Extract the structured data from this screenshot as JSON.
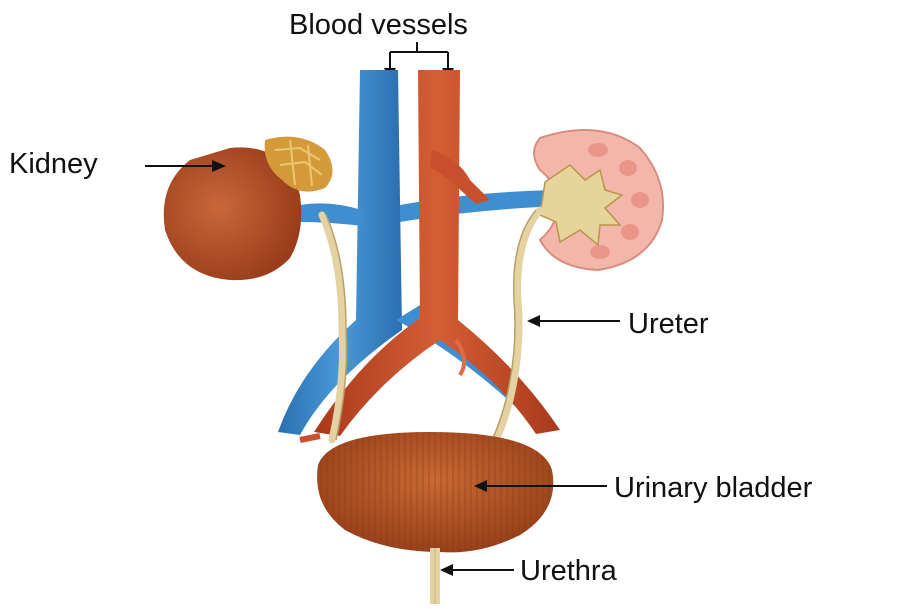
{
  "labels": {
    "blood_vessels": "Blood vessels",
    "kidney": "Kidney",
    "ureter": "Ureter",
    "urinary_bladder": "Urinary bladder",
    "urethra": "Urethra"
  },
  "colors": {
    "vein": "#3f8fd0",
    "artery": "#c8502c",
    "kidney": "#b5532b",
    "kidney_section": "#f3b6ab",
    "renal_pelvis": "#e7d39c",
    "ureter": "#e4d2a3",
    "bladder": "#b24f22",
    "label_text": "#111111"
  }
}
